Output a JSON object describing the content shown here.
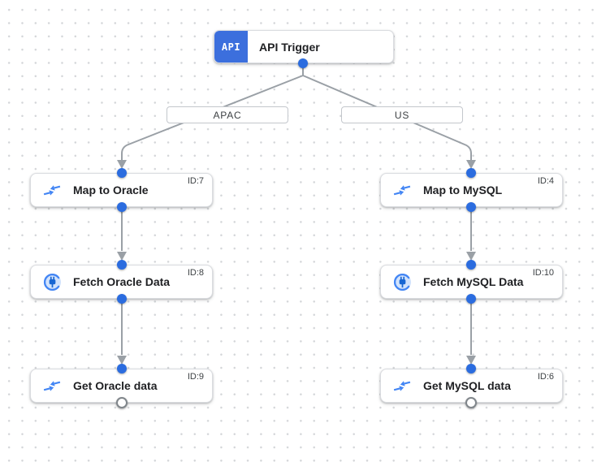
{
  "trigger": {
    "label": "API Trigger",
    "icon_text": "API"
  },
  "branches": [
    {
      "label": "APAC"
    },
    {
      "label": "US"
    }
  ],
  "nodes": [
    {
      "label": "Map to Oracle",
      "id_label": "ID:7",
      "icon": "data-mapping-icon"
    },
    {
      "label": "Fetch Oracle Data",
      "id_label": "ID:8",
      "icon": "connector-icon"
    },
    {
      "label": "Get Oracle data",
      "id_label": "ID:9",
      "icon": "data-mapping-icon"
    },
    {
      "label": "Map to MySQL",
      "id_label": "ID:4",
      "icon": "data-mapping-icon"
    },
    {
      "label": "Fetch MySQL Data",
      "id_label": "ID:10",
      "icon": "connector-icon"
    },
    {
      "label": "Get MySQL data",
      "id_label": "ID:6",
      "icon": "data-mapping-icon"
    }
  ],
  "colors": {
    "trigger_blue": "#3c6fdd",
    "icon_blue": "#4285f4",
    "icon_dark_blue": "#1967d2",
    "icon_light_blue": "#d2e3fc",
    "port_blue": "#2b6cdf",
    "edge_gray": "#9aa0a6",
    "node_border": "#dadce0",
    "text_dark": "#202124"
  }
}
